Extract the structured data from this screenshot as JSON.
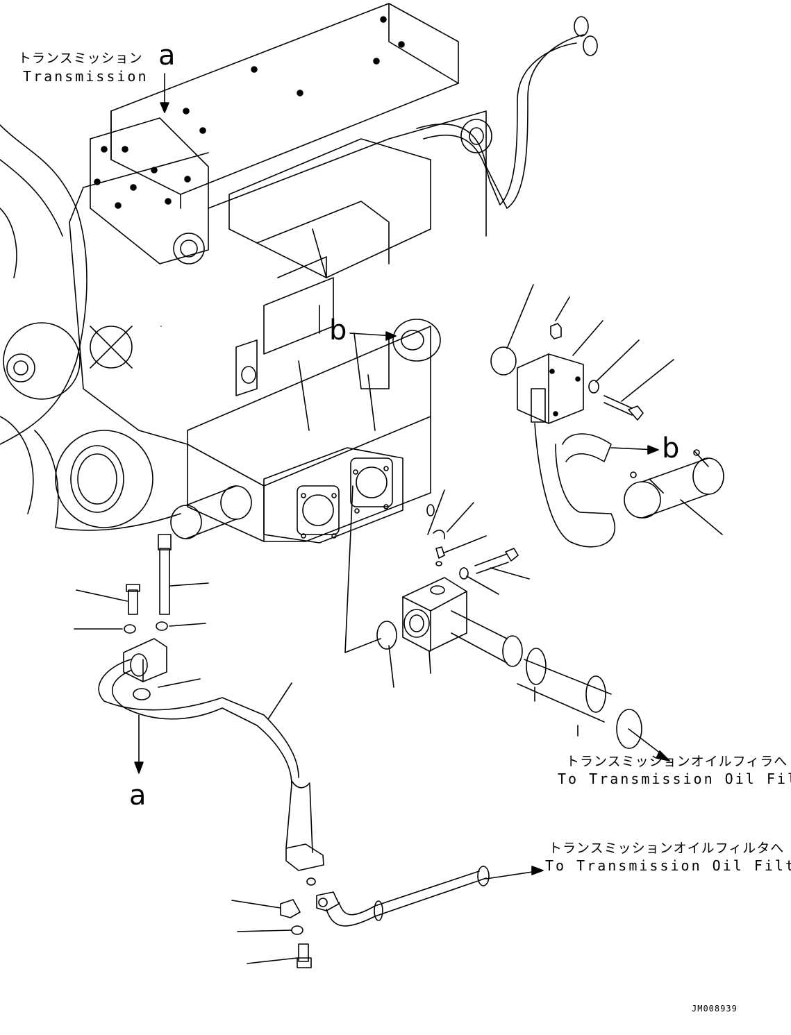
{
  "labels": {
    "transmission_jp": "トランスミッション",
    "transmission_en": "Transmission",
    "oil_filler_jp": "トランスミッションオイルフィラへ",
    "oil_filler_en": "To Transmission Oil Filler",
    "oil_filter_jp": "トランスミッションオイルフィルタへ",
    "oil_filter_en": "To Transmission Oil Filter",
    "drawing_code": "JM008939"
  },
  "callouts": {
    "a_top": "a",
    "a_bottom": "a",
    "b_left": "b",
    "b_right": "b"
  },
  "colors": {
    "line": "#000000",
    "background": "#ffffff"
  }
}
